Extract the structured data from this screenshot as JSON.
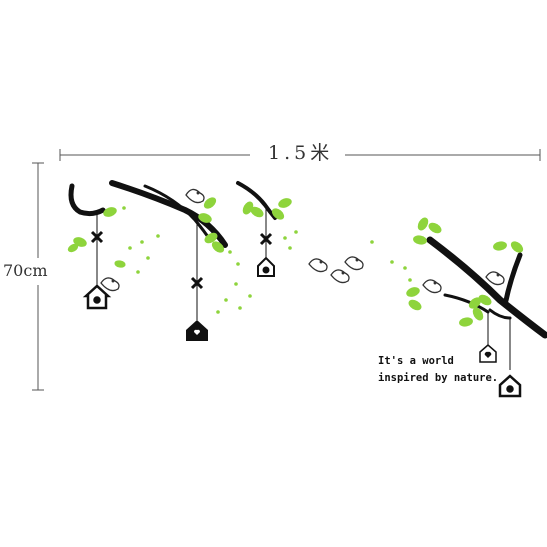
{
  "dimensions": {
    "width_label": "1.5米",
    "height_label": "70cm"
  },
  "caption": {
    "line1": "It's a world",
    "line2": "inspired by nature."
  },
  "colors": {
    "leaf_green": "#8ed43c",
    "branch_black": "#111111",
    "dimension_gray": "#555555"
  }
}
